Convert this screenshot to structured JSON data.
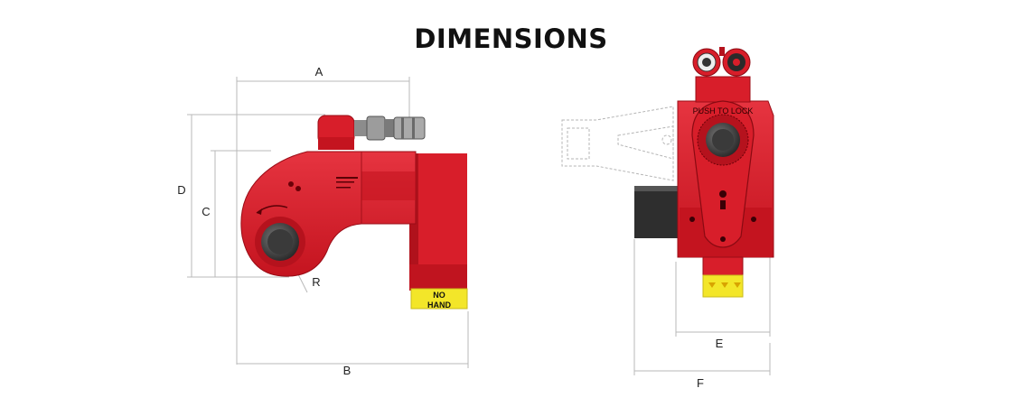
{
  "title": "DIMENSIONS",
  "dimensions": {
    "a": "A",
    "b": "B",
    "c": "C",
    "d": "D",
    "r": "R",
    "e": "E",
    "f": "F"
  },
  "labels": {
    "no_hand_line1": "NO",
    "no_hand_line2": "HAND",
    "push_to_lock": "PUSH TO LOCK"
  },
  "colors": {
    "tool_red": "#d81e2a",
    "tool_dark_red": "#a5111b",
    "warning_yellow": "#f3e629",
    "dimension_line": "#b9b9b9"
  }
}
